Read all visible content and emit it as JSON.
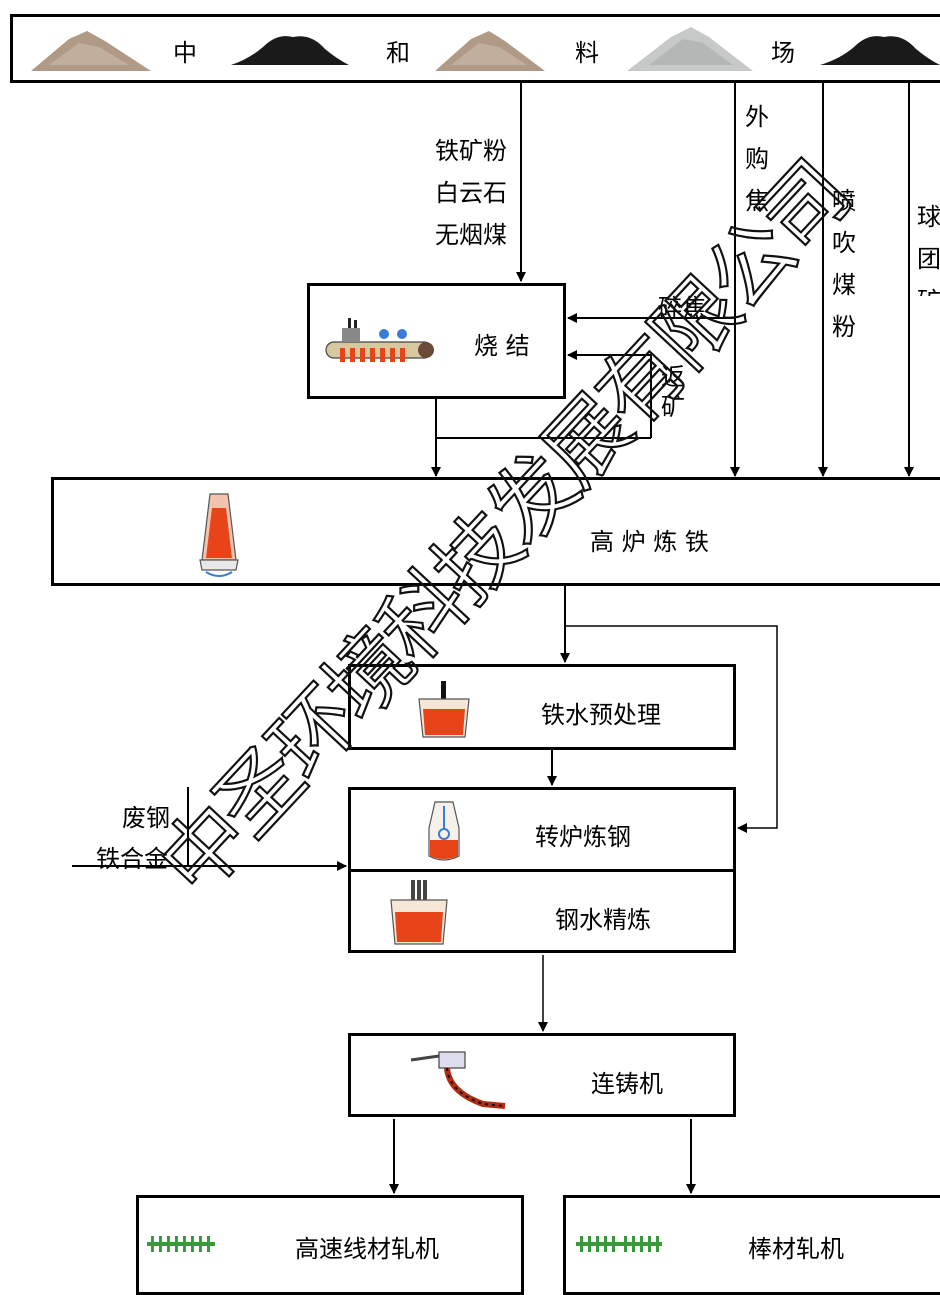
{
  "yard": {
    "chars": [
      "中",
      "和",
      "料",
      "场"
    ]
  },
  "inputs": {
    "sinter_feed": [
      "铁矿粉",
      "白云石",
      "无烟煤"
    ],
    "purchased_coke": "外购焦",
    "pc_injection": "喷吹煤粉",
    "pellet": "球团矿"
  },
  "flows": {
    "breeze_coke": "碎焦",
    "return_fines": "返矿",
    "scrap": [
      "废钢",
      "铁合金"
    ]
  },
  "processes": {
    "sinter": "烧 结",
    "blast_furnace": "高 炉 炼 铁",
    "pretreatment": "铁水预处理",
    "converter": "转炉炼钢",
    "refining": "钢水精炼",
    "caster": "连铸机",
    "wire_mill": "高速线材轧机",
    "bar_mill": "棒材轧机"
  },
  "watermark": "中圣环境科技发展有限公司",
  "colors": {
    "line": "#000000",
    "molten": "#e8441a",
    "molten_dark": "#b52a10",
    "ore": "#b09a86",
    "coal": "#1a1a1a",
    "dolomite": "#c7c9c9"
  }
}
